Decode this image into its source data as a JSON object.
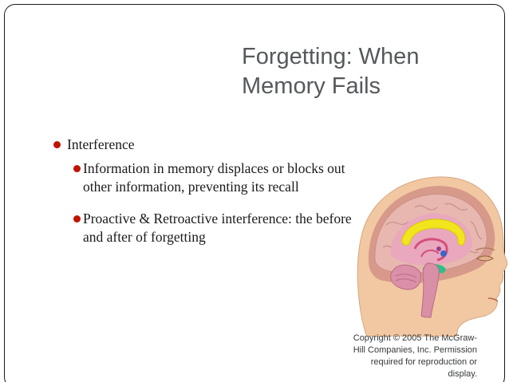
{
  "slide": {
    "title_line1": "Forgetting: When",
    "title_line2": "Memory Fails",
    "bullets": [
      {
        "text": "Interference"
      },
      {
        "text": "Information in memory displaces or blocks out other information, preventing its recall"
      },
      {
        "text": "Proactive & Retroactive interference: the before and after of forgetting"
      }
    ],
    "copyright": "Copyright © 2005 The McGraw-Hill Companies, Inc. Permission required for reproduction or display.",
    "colors": {
      "bullet": "#c01400",
      "title": "#55595c",
      "text": "#1a1a1a",
      "skin": "#f1c8a2",
      "brain_outer": "#e7b7b0",
      "corpus_callosum": "#f2e41d",
      "hippocampus": "#2bbf8a"
    },
    "image": {
      "icon": "brain-illustration-icon"
    }
  }
}
